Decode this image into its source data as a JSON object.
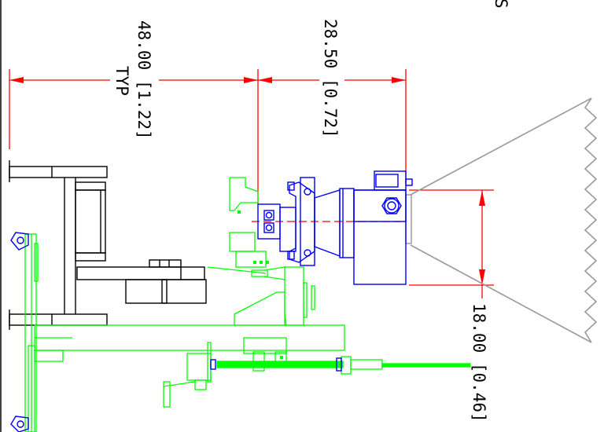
{
  "drawing": {
    "colors": {
      "dimension": "#ff0000",
      "fixture": "#000000",
      "gun": "#00ff00",
      "nozzle": "#0000ff",
      "spray_cone": "#9a9a9a",
      "text": "#000000"
    },
    "dimensions": {
      "gun_spacing": {
        "value": "48.00 [1.22]",
        "note": "TYP"
      },
      "standoff": {
        "value": "28.50 [0.72]"
      },
      "spray_width": {
        "value": "18.00 [0.46]"
      }
    },
    "corner_text": "S"
  }
}
